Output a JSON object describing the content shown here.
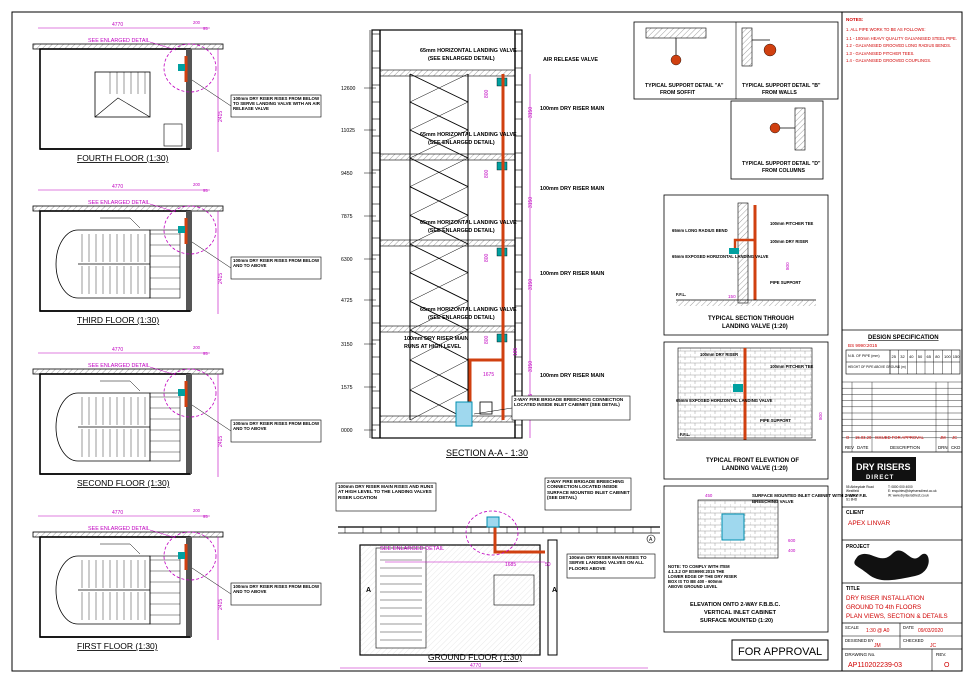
{
  "colors": {
    "line": "#000000",
    "dimension": "#c000c0",
    "pipe": "#d04010",
    "valve": "#00a0a0",
    "note_red": "#d00000",
    "hatch": "#777777"
  },
  "plans": [
    {
      "title": "FOURTH FLOOR  (1:30)",
      "width_dim": "4770",
      "small_dims": [
        "200",
        "95"
      ],
      "height_dim": "2415",
      "enlarged": "SEE ENLARGED DETAIL",
      "note": "100mm DRY RISER RISES FROM BELOW TO SERVE LANDING VALVE WITH AN AIR RELEASE VALVE"
    },
    {
      "title": "THIRD FLOOR  (1:30)",
      "width_dim": "4770",
      "small_dims": [
        "200",
        "95"
      ],
      "height_dim": "2415",
      "enlarged": "SEE ENLARGED DETAIL",
      "note": "100mm DRY RISER RISES FROM BELOW AND TO ABOVE"
    },
    {
      "title": "SECOND FLOOR  (1:30)",
      "width_dim": "4770",
      "small_dims": [
        "200",
        "95"
      ],
      "height_dim": "2415",
      "enlarged": "SEE ENLARGED DETAIL",
      "note": "100mm DRY RISER RISES FROM BELOW AND TO ABOVE"
    },
    {
      "title": "FIRST FLOOR  (1:30)",
      "width_dim": "4770",
      "small_dims": [
        "200",
        "95"
      ],
      "height_dim": "2415",
      "enlarged": "SEE ENLARGED DETAIL",
      "note": "100mm DRY RISER RISES FROM BELOW AND TO ABOVE"
    }
  ],
  "section": {
    "title": "SECTION A-A  - 1:30",
    "levels": [
      "12600",
      "11025",
      "9450",
      "7875",
      "6300",
      "4725",
      "3150",
      "1575",
      "0000"
    ],
    "valve_labels": [
      "65mm  HORIZONTAL LANDING VALVE",
      "65mm  HORIZONTAL LANDING VALVE",
      "65mm  HORIZONTAL LANDING VALVE",
      "65mm  HORIZONTAL LANDING VALVE"
    ],
    "see_detail": "(SEE ENLARGED DETAIL)",
    "air_release": "AIR RELEASE VALVE",
    "main_label": "100mm DRY RISER MAIN",
    "runs_high": [
      "100mm  DRY RISER MAIN",
      "RUNS AT HIGH LEVEL"
    ],
    "breeching": "2-WAY FIRE BRIGADE BREECHING CONNECTION LOCATED INSIDE INLET CABINET (SEE DETAIL)",
    "dims": [
      "3150",
      "3150",
      "3150",
      "3150",
      "2785",
      "1675",
      "800",
      "800",
      "800",
      "800",
      "185"
    ]
  },
  "ground": {
    "title": "GROUND FLOOR  (1:30)",
    "note1": "100mm DRY RISER MAIN RISES AND RUNS AT HIGH LEVEL TO THE LANDING VALVES RISER LOCATION",
    "note2": "2-WAY FIRE BRIGADE BREECHING CONNECTION LOCATED INSIDE SURFACE MOUNTED INLET CABINET (SEE DETAIL)",
    "note3": "100mm DRY RISER MAIN RISES TO SERVE LANDING VALVES ON ALL FLOORS ABOVE",
    "enlarged": "SEE ENLARGED DETAIL",
    "dims": [
      "1685",
      "50",
      "4770"
    ],
    "section_mark": "A",
    "grid": "A"
  },
  "details": {
    "a": {
      "title": "TYPICAL  SUPPORT DETAIL \"A\"",
      "sub": "FROM SOFFIT"
    },
    "b": {
      "title": "TYPICAL  SUPPORT DETAIL \"B\"",
      "sub": "FROM WALLS"
    },
    "d": {
      "title": "TYPICAL  SUPPORT DETAIL \"D\"",
      "sub": "FROM COLUMNS"
    },
    "valve_section": {
      "title": "TYPICAL  SECTION  THROUGH",
      "sub": "LANDING VALVE  (1:20)",
      "labels": [
        "65mm LONG RADIUS BEND",
        "100mm PITCHER TEE",
        "100mm DRY RISER",
        "65mm EXPOSED HORIZONTAL LANDING VALVE",
        "PIPE SUPPORT",
        "F.F.L."
      ],
      "dims": [
        "800",
        "150"
      ]
    },
    "valve_front": {
      "title": "TYPICAL  FRONT  ELEVATION  OF",
      "sub": "LANDING VALVE  (1:20)",
      "labels": [
        "100mm DRY RISER",
        "100mm PITCHER TEE",
        "65mm EXPOSED HORIZONTAL LANDING VALVE",
        "PIPE SUPPORT",
        "F.F.L."
      ],
      "dims": [
        "800"
      ]
    },
    "cabinet": {
      "labels": [
        "SURFACE MOUNTED INLET CABINET WITH 2-WAY F.B.",
        "BREECHING VALVE"
      ],
      "note": "NOTE: TO COMPLY WITH ITEM 4.1.3.2 OF BS9990:2015 THE LOWER EDGE OF THE DRY RISER BOX IS TO BE 400 - 600mm ABOVE GROUND LEVEL",
      "title": "ELEVATION ONTO 2-WAY F.B.B.C.",
      "sub": "VERTICAL  INLET CABINET",
      "sub2": "SURFACE MOUNTED  (1:20)",
      "dims": [
        "400",
        "600",
        "450"
      ]
    }
  },
  "for_approval": "FOR APPROVAL",
  "title_block": {
    "notes_heading": "NOTES:",
    "notes": [
      "1.    ALL PIPE WORK TO BE AS FOLLOWS:",
      "1.1   - 100mm HEAVY QUALITY GALVANISED STEEL PIPE.",
      "1.2   - GALVANISED GROOVED LONG RADIUS BENDS.",
      "1.3   - GALVANISED PITCHER TEES.",
      "1.4   - GALVANISED GROOVED COUPLINGS."
    ],
    "design_spec": "DESIGN  SPECIFICATION",
    "bs": "BS 9990:2015",
    "spec_rows": [
      "N.B. OF PIPE (mm)",
      "HEIGHT OF PIPE ABOVE GROUND (m)"
    ],
    "spec_cols": [
      "25",
      "32",
      "40",
      "50",
      "65",
      "80",
      "100",
      "150"
    ],
    "rev_row": {
      "rev": "O",
      "date": "15.03.20",
      "desc": "ISSUED FOR APPROVAL",
      "drn": "JM",
      "ckd": "JC"
    },
    "rev_headers": [
      "REV",
      "DATE",
      "DESCRIPTION",
      "DRN",
      "CKD"
    ],
    "logo_top": "DRY RISERS",
    "logo_bottom": "DIRECT",
    "address": [
      "55 Abbeydale Road",
      "Westfield",
      "Sheffield",
      "S1 8HD"
    ],
    "contact": [
      "T: 0800 000 4000",
      "E: enquiries@dryrisersdirect.co.uk",
      "W: www.dryrisersdirect.co.uk"
    ],
    "client_label": "CLIENT",
    "client": "APEX LINVAR",
    "project_label": "PROJECT",
    "title_label": "TITLE",
    "title_lines": [
      "DRY RISER INSTALLATION",
      "GROUND TO 4th FLOORS",
      "PLAN VIEWS, SECTION & DETAILS"
    ],
    "scale_label": "SCALE",
    "scale": "1:30 @ A0",
    "date_label": "DATE",
    "date": "09/03/2020",
    "designed_label": "DESIGNED BY",
    "designed": "JM",
    "checked_label": "CHECKED",
    "checked": "JC",
    "drawing_label": "DRAWING  No.",
    "drawing": "AP110202239-03",
    "rev_label": "REV.",
    "rev": "O"
  }
}
